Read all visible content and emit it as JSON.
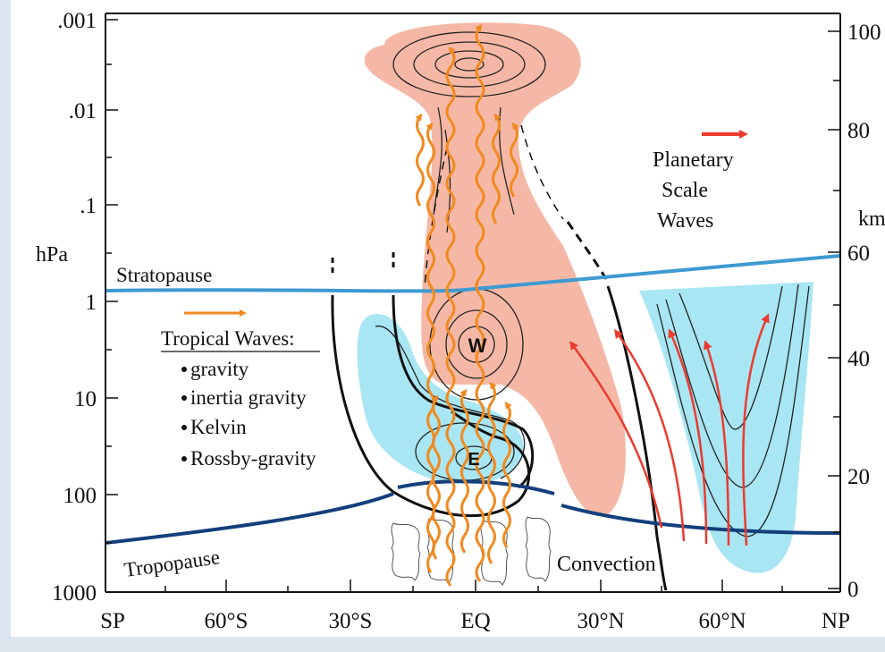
{
  "y_axis_left": {
    "title": "hPa",
    "ticks": [
      ".001",
      ".01",
      ".1",
      "1",
      "10",
      "100",
      "1000"
    ]
  },
  "y_axis_right": {
    "title": "km",
    "ticks": [
      "100",
      "80",
      "60",
      "40",
      "20",
      "0"
    ]
  },
  "x_axis": {
    "ticks": [
      "SP",
      "60°S",
      "30°S",
      "EQ",
      "30°N",
      "60°N",
      "NP"
    ]
  },
  "lines": {
    "stratopause": "Stratopause",
    "tropopause": "Tropopause"
  },
  "legend": {
    "planetary": [
      "Planetary",
      "Scale",
      "Waves"
    ],
    "tropical_title": "Tropical Waves:",
    "tropical_items": [
      "gravity",
      "inertia gravity",
      "Kelvin",
      "Rossby-gravity"
    ]
  },
  "markers": {
    "westerly": "W",
    "easterly": "E"
  },
  "labels": {
    "convection": "Convection"
  },
  "colors": {
    "page_edge": "#dbe6ef",
    "westerly_fill": "#f6b8a6",
    "easterly_fill": "#a9e6f3",
    "wave_arrow": "#f08a20",
    "planetary_arrow": "#ea3b30",
    "stratopause": "#3d9ad1",
    "tropopause": "#143f7c"
  }
}
